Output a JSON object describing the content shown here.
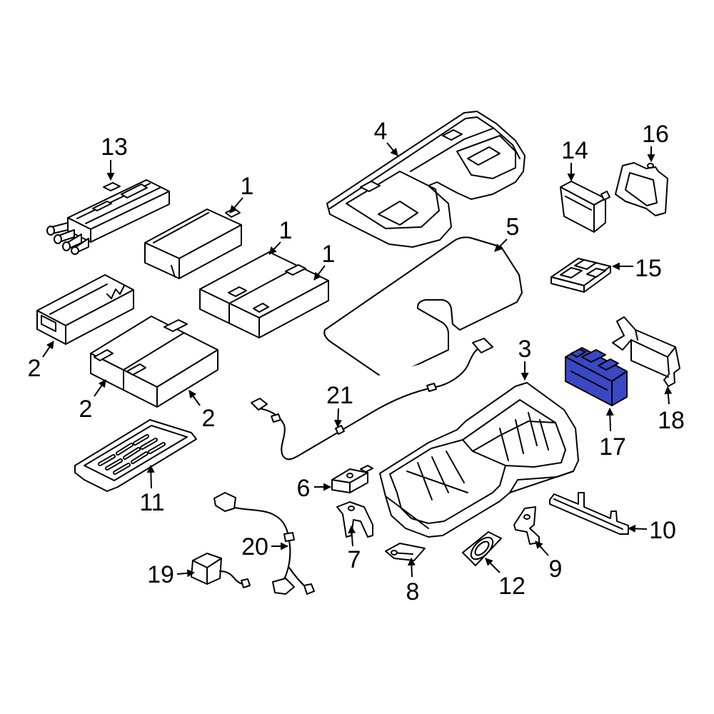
{
  "diagram": {
    "callouts": [
      "13",
      "1",
      "1",
      "1",
      "4",
      "5",
      "14",
      "16",
      "15",
      "2",
      "2",
      "2",
      "3",
      "21",
      "11",
      "6",
      "17",
      "18",
      "20",
      "7",
      "10",
      "9",
      "19",
      "12",
      "8"
    ]
  },
  "colors": {
    "highlight": "#3a48c4",
    "line": "#000000",
    "background": "#ffffff"
  }
}
